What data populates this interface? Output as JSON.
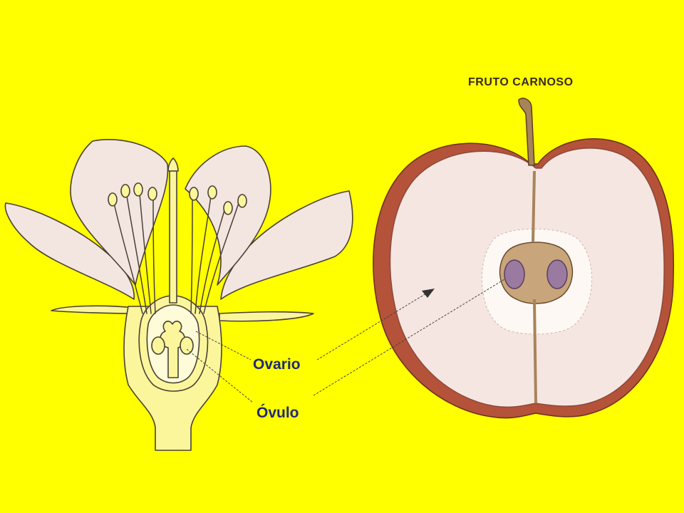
{
  "title": "FRUTO CARNOSO",
  "labels": {
    "ovario": "Ovario",
    "ovulo": "Óvulo"
  },
  "colors": {
    "background": "#ffff00",
    "outline": "#4a4036",
    "petal": "#f3e5df",
    "stem": "#fbf69c",
    "apple_skin": "#b5523a",
    "apple_flesh": "#f6e6e2",
    "core": "#c8a57a",
    "seed": "#9b7aa2",
    "label": "#1f2a78"
  }
}
